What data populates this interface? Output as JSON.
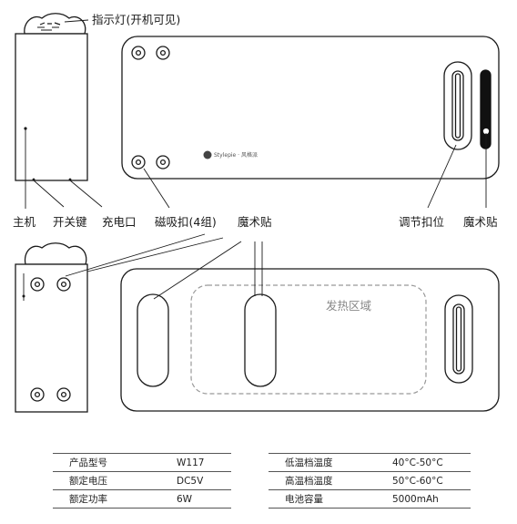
{
  "labels": {
    "indicator": "指示灯(开机可见)",
    "main_unit": "主机",
    "power_key": "开关键",
    "charge_port": "充电口",
    "magnet": "磁吸扣(4组)",
    "velcro_center": "魔术贴",
    "adjust_slot": "调节扣位",
    "velcro_right": "魔术贴",
    "heat_zone": "发热区域",
    "brand": "Stylepie · 风格派"
  },
  "specs_left": [
    {
      "name": "产品型号",
      "value": "W117"
    },
    {
      "name": "额定电压",
      "value": "DC5V"
    },
    {
      "name": "额定功率",
      "value": "6W"
    }
  ],
  "specs_right": [
    {
      "name": "低温档温度",
      "value": "40°C-50°C"
    },
    {
      "name": "高温档温度",
      "value": "50°C-60°C"
    },
    {
      "name": "电池容量",
      "value": "5000mAh"
    }
  ]
}
